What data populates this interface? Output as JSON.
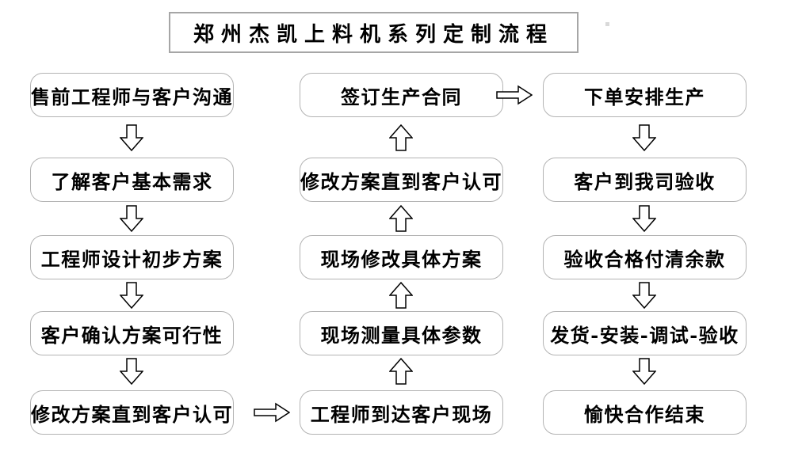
{
  "title": "郑州杰凯上料机系列定制流程",
  "nodes": {
    "left": [
      "售前工程师与客户沟通",
      "了解客户基本需求",
      "工程师设计初步方案",
      "客户确认方案可行性",
      "修改方案直到客户认可"
    ],
    "middle": [
      "签订生产合同",
      "修改方案直到客户认可",
      "现场修改具体方案",
      "现场测量具体参数",
      "工程师到达客户现场"
    ],
    "right": [
      "下单安排生产",
      "客户到我司验收",
      "验收合格付清余款",
      "发货-安装-调试-验收",
      "愉快合作结束"
    ]
  },
  "colors": {
    "background": "#ffffff",
    "box_border": "#b3b3b3",
    "title_border": "#a6a6a6",
    "text": "#000000",
    "arrow_stroke": "#000000",
    "arrow_fill": "#ffffff"
  },
  "icons": {
    "arrow_down": "hollow-down-arrow",
    "arrow_up": "hollow-up-arrow",
    "arrow_right": "hollow-right-arrow"
  }
}
